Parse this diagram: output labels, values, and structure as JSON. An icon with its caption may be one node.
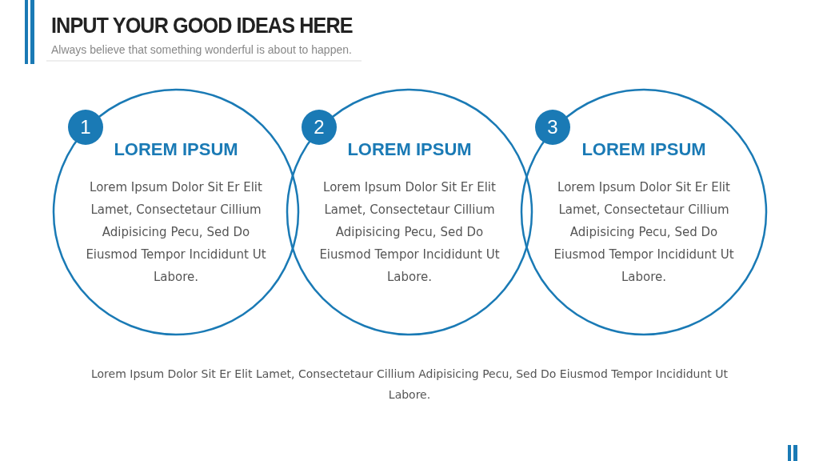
{
  "diagram": {
    "title": "INPUT YOUR GOOD IDEAS HERE",
    "nodes": [
      {
        "text": [
          "1"
        ]
      },
      {
        "text": [
          "LOREM IPSUM",
          "Lorem Ipsum Dolor Sit Er Elit Lamet, Consectetaur Cillium Adipisicing Pecu, Sed Do Eiusmod Tempor Incididunt Ut Labore."
        ]
      },
      {
        "text": [
          "2"
        ]
      },
      {
        "text": [
          "LOREM IPSUM",
          "Lorem Ipsum Dolor Sit Er Elit Lamet, Consectetaur Cillium Adipisicing Pecu, Sed Do Eiusmod Tempor Incididunt Ut Labore."
        ]
      },
      {
        "text": [
          "3"
        ]
      },
      {
        "text": [
          "LOREM IPSUM",
          "Lorem Ipsum Dolor Sit Er Elit Lamet, Consectetaur Cillium Adipisicing Pecu, Sed Do Eiusmod Tempor Incididunt Ut Labore."
        ]
      }
    ],
    "edges": [],
    "labels": [
      "Always believe that something wonderful is about to happen.",
      "Lorem Ipsum Dolor Sit Er Elit Lamet, Consectetaur Cillium Adipisicing Pecu, Sed Do Eiusmod Tempor Incididunt Ut Labore."
    ]
  }
}
